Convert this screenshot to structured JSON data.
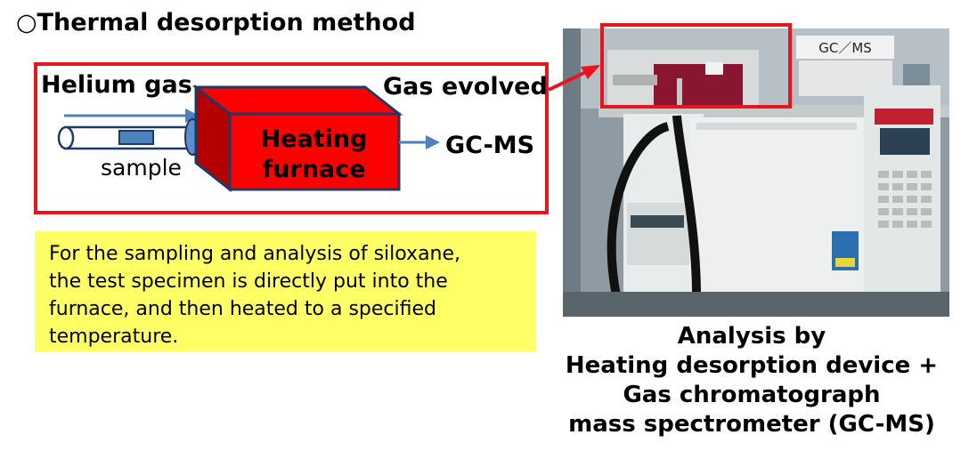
{
  "title": "○Thermal desorption method",
  "diagram": {
    "helium_label": "Helium gas",
    "gas_evolved_label": "Gas evolved",
    "gcms_label": "GC-MS",
    "furnace_line1": "Heating",
    "furnace_line2": "furnace",
    "sample_label": "sample"
  },
  "note": {
    "lines": [
      "For the sampling and analysis of siloxane,",
      "the test specimen is directly put into the",
      "furnace, and then heated to a specified",
      "temperature."
    ]
  },
  "photo": {
    "sign_label": "GC／MS"
  },
  "caption": {
    "lines": [
      "Analysis by",
      "Heating desorption device +",
      "Gas chromatograph",
      "mass spectrometer (GC-MS)"
    ]
  },
  "colors": {
    "frame_red": "#e8141e",
    "furnace_red": "#ff0000",
    "furnace_dark": "#b50000",
    "tube_blue": "#4f81bd",
    "arrow_blue": "#4f81bd",
    "note_yellow": "#ffff66"
  }
}
